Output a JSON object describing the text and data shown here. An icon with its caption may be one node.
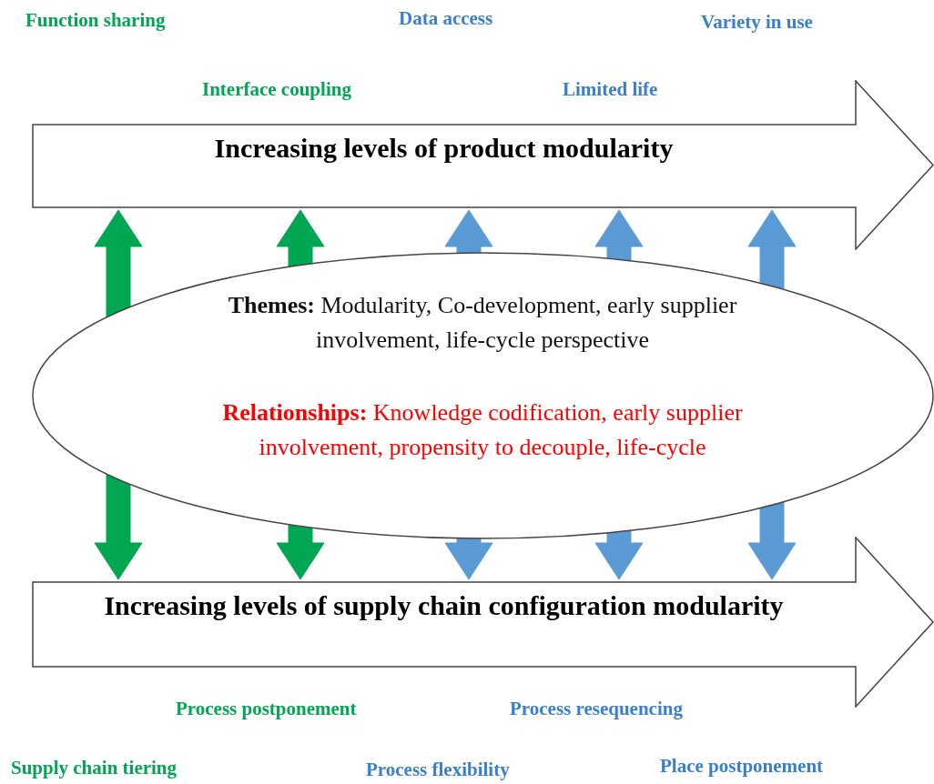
{
  "diagram": {
    "nodes": [
      {
        "text": [
          "Increasing levels of product modularity"
        ]
      },
      {
        "text": [
          "Increasing levels of supply chain configuration modularity"
        ]
      },
      {
        "text": [
          "**Themes:** Modularity, Co-development, early supplier involvement, life-cycle perspective",
          "**Relationships:** Knowledge codification, early supplier involvement, propensity to decouple, life-cycle"
        ]
      }
    ],
    "edges": [
      {
        "from": 0,
        "to": 1,
        "arrow": "both",
        "color": "#00a651"
      },
      {
        "from": 0,
        "to": 1,
        "arrow": "both",
        "color": "#00a651"
      },
      {
        "from": 0,
        "to": 1,
        "arrow": "both"
      },
      {
        "from": 0,
        "to": 1,
        "arrow": "both"
      },
      {
        "from": 0,
        "to": 1,
        "arrow": "both"
      }
    ],
    "labels": [
      "Function sharing",
      "Data access",
      "Variety in use",
      "Interface coupling",
      "Limited life",
      "Process postponement",
      "Process resequencing",
      "Supply chain tiering",
      "Process flexibility",
      "Place postponement"
    ]
  }
}
